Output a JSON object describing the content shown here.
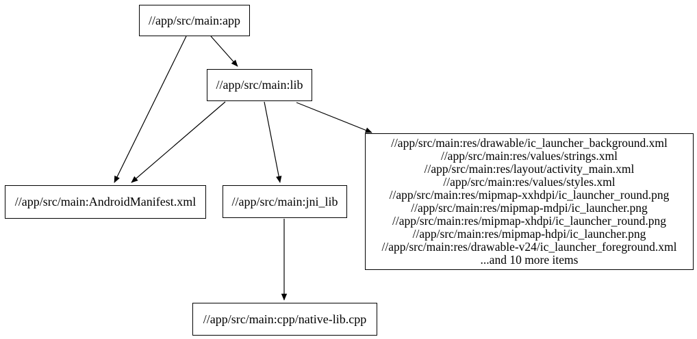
{
  "graph": {
    "kind": "directed-dependency-graph",
    "colors": {
      "background": "#ffffff",
      "node_border": "#000000",
      "edge": "#000000",
      "text": "#000000"
    },
    "nodes": {
      "app": {
        "label": "//app/src/main:app"
      },
      "lib": {
        "label": "//app/src/main:lib"
      },
      "android_manifest": {
        "label": "//app/src/main:AndroidManifest.xml"
      },
      "jni_lib": {
        "label": "//app/src/main:jni_lib"
      },
      "res_group": {
        "lines": [
          "//app/src/main:res/drawable/ic_launcher_background.xml",
          "//app/src/main:res/values/strings.xml",
          "//app/src/main:res/layout/activity_main.xml",
          "//app/src/main:res/values/styles.xml",
          "//app/src/main:res/mipmap-xxhdpi/ic_launcher_round.png",
          "//app/src/main:res/mipmap-mdpi/ic_launcher.png",
          "//app/src/main:res/mipmap-xhdpi/ic_launcher_round.png",
          "//app/src/main:res/mipmap-hdpi/ic_launcher.png",
          "//app/src/main:res/drawable-v24/ic_launcher_foreground.xml",
          "...and 10 more items"
        ]
      },
      "native_lib_cpp": {
        "label": "//app/src/main:cpp/native-lib.cpp"
      }
    },
    "edges": [
      {
        "from": "app",
        "to": "lib"
      },
      {
        "from": "app",
        "to": "android_manifest"
      },
      {
        "from": "lib",
        "to": "android_manifest"
      },
      {
        "from": "lib",
        "to": "jni_lib"
      },
      {
        "from": "lib",
        "to": "res_group"
      },
      {
        "from": "jni_lib",
        "to": "native_lib_cpp"
      }
    ]
  }
}
